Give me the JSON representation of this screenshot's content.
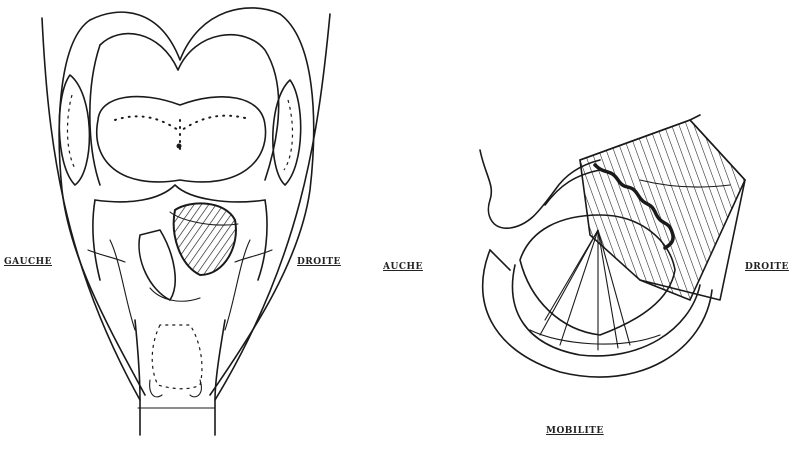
{
  "labels": {
    "left_gauche": "GAUCHE",
    "left_droite": "DROITE",
    "right_gauche": "AUCHE",
    "right_droite": "DROITE",
    "caption": "MOBILITE"
  }
}
